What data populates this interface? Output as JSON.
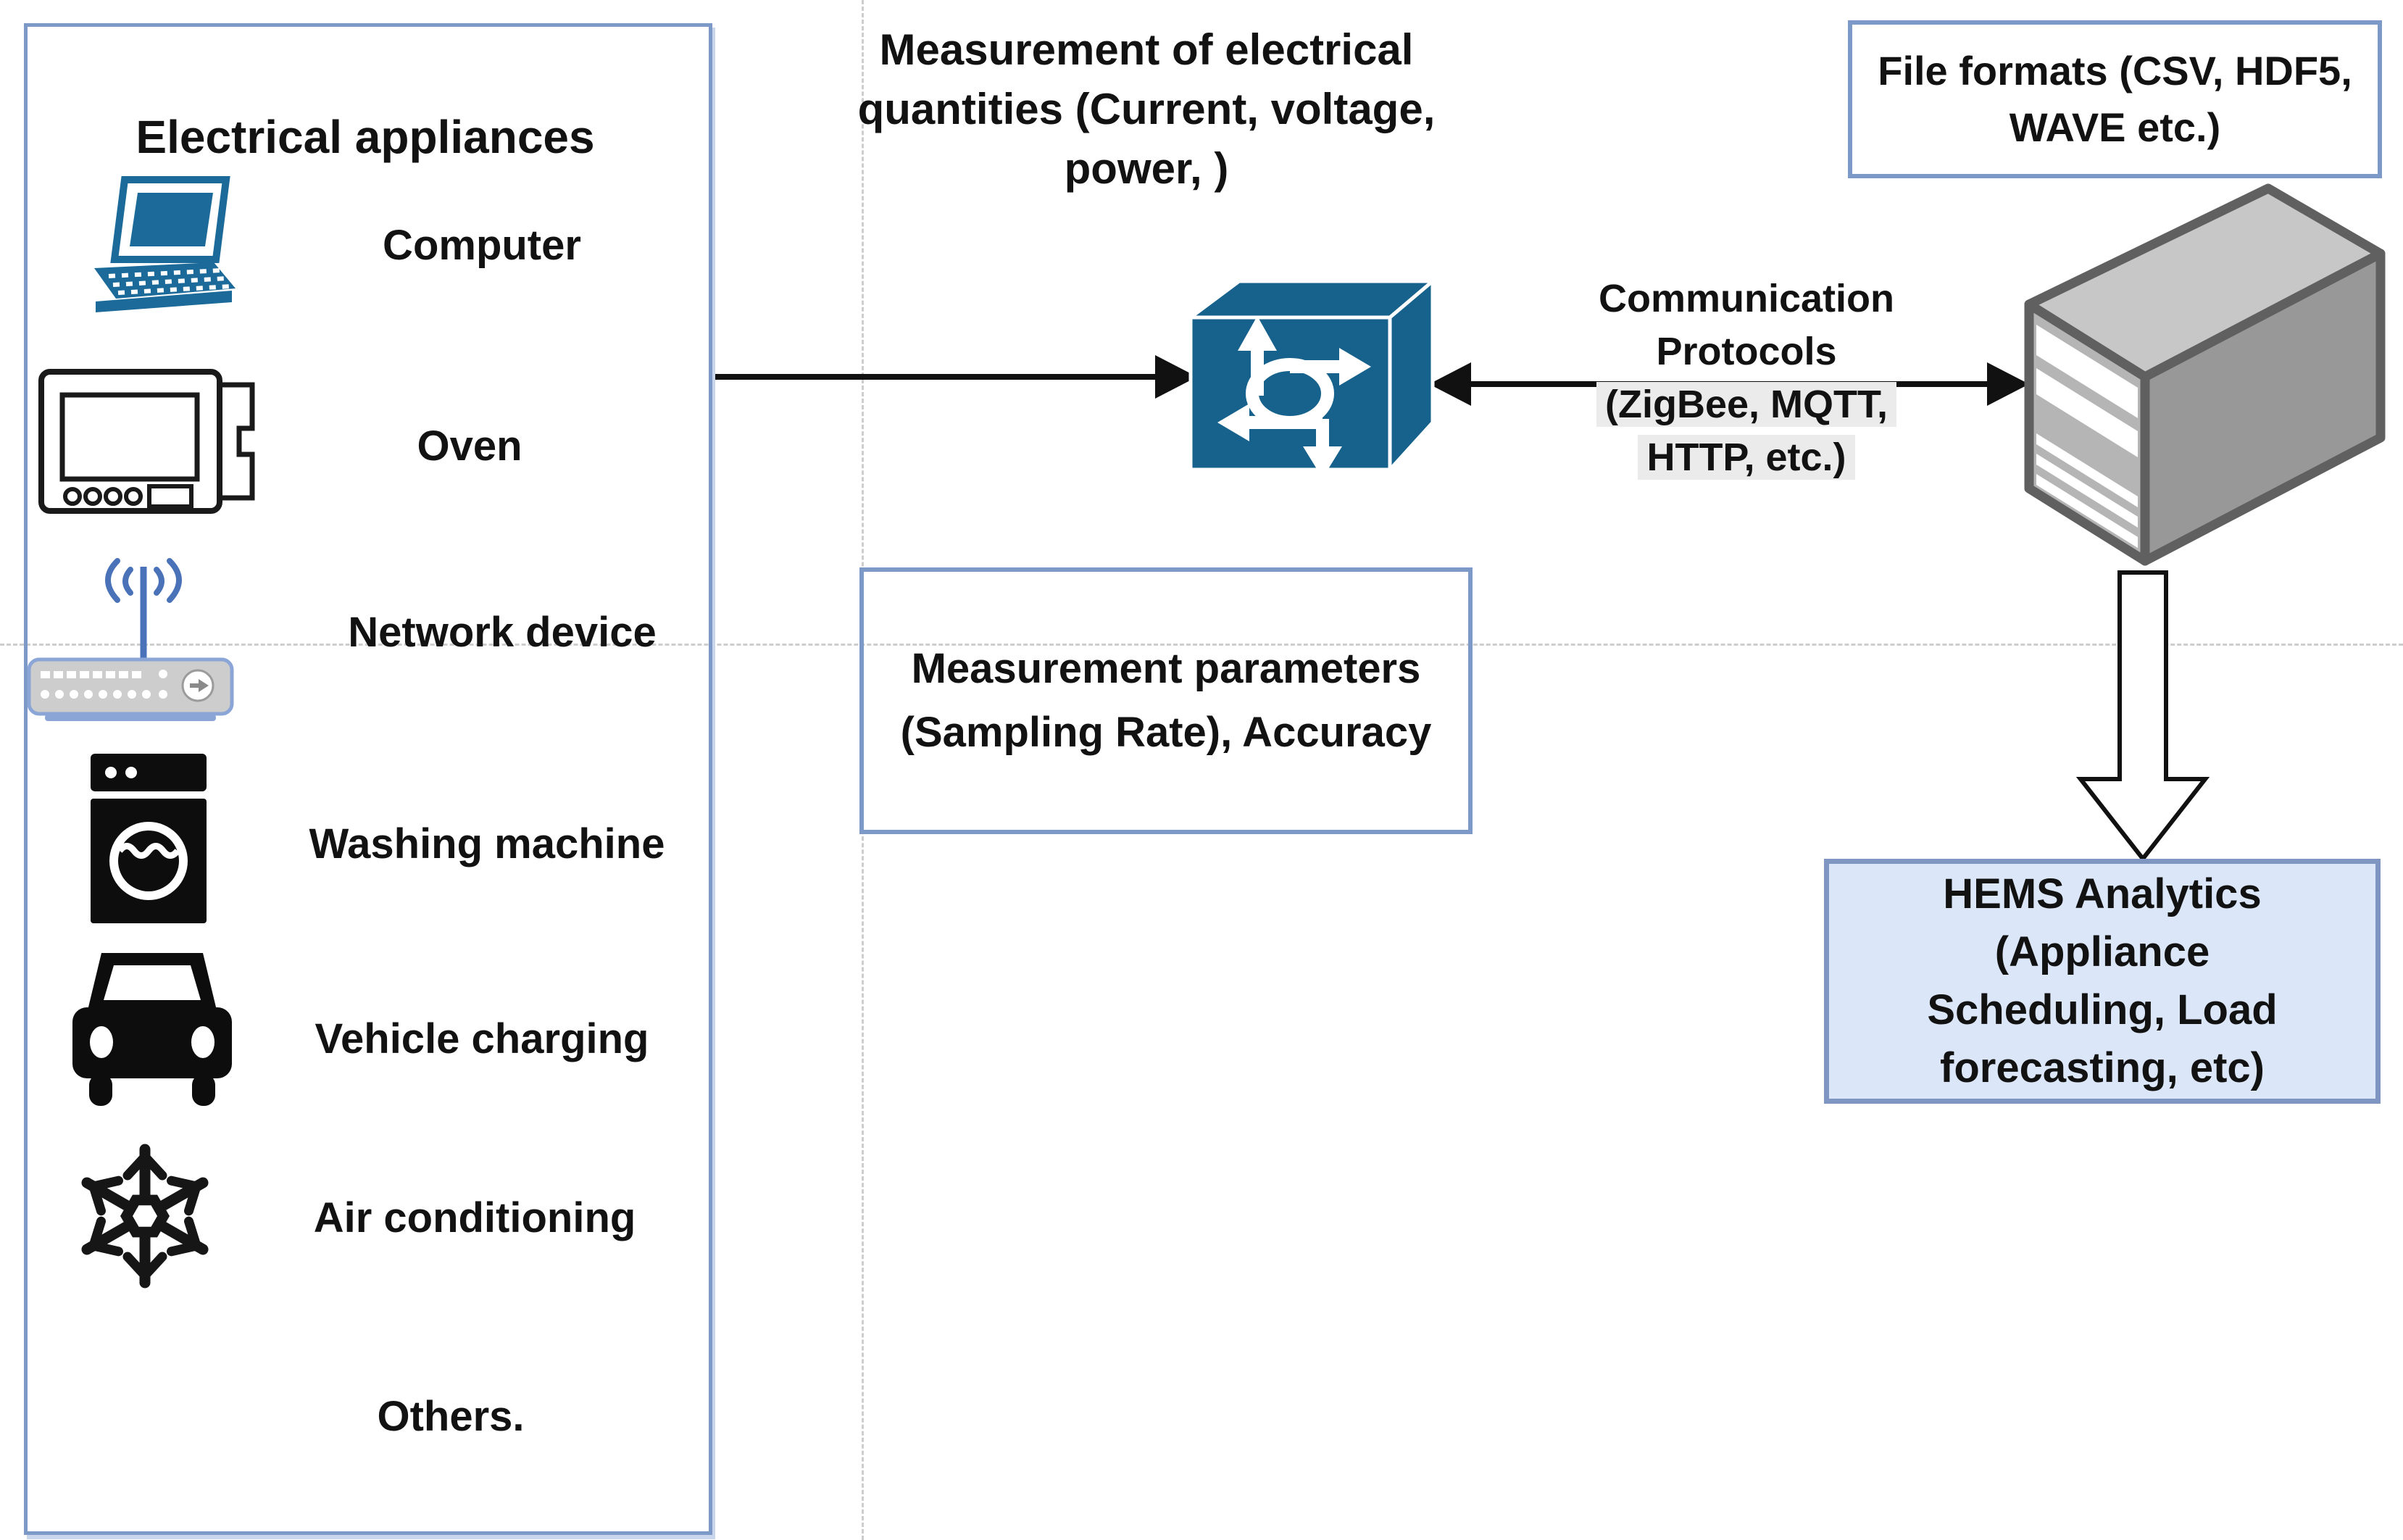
{
  "panel": {
    "title": "Electrical appliances",
    "items": [
      {
        "icon": "laptop-icon",
        "label": "Computer"
      },
      {
        "icon": "oven-icon",
        "label": "Oven"
      },
      {
        "icon": "wireless-router-icon",
        "label": "Network device"
      },
      {
        "icon": "washing-machine-icon",
        "label": "Washing machine"
      },
      {
        "icon": "car-icon",
        "label": "Vehicle charging"
      },
      {
        "icon": "snowflake-icon",
        "label": "Air conditioning"
      },
      {
        "icon": "none",
        "label": "Others."
      }
    ]
  },
  "annotations": {
    "measurement_quantities": {
      "lines": [
        "Measurement of electrical",
        "quantities (Current, voltage,",
        "power, )"
      ]
    },
    "communication_protocols": {
      "lines": [
        "Communication",
        "Protocols",
        "(ZigBee, MQTT,",
        "HTTP, etc.)"
      ],
      "highlighted_lines": [
        "(ZigBee, MQTT,",
        "HTTP, etc.)"
      ]
    }
  },
  "boxes": {
    "file_formats": {
      "lines": [
        "File formats (CSV, HDF5,",
        "WAVE etc.)"
      ]
    },
    "measurement_parameters": {
      "lines": [
        "Measurement parameters",
        "(Sampling Rate), Accuracy"
      ]
    },
    "hems_analytics": {
      "lines": [
        "HEMS Analytics",
        "(Appliance",
        "Scheduling, Load",
        "forecasting, etc)"
      ]
    }
  },
  "icons": {
    "middle_node": "network-switch-icon",
    "right_node": "server-icon",
    "flow_arrow": "block-arrow-down-icon"
  },
  "colors": {
    "node_blue": "#16628c",
    "panel_border_blue": "#7d99c7",
    "hems_fill": "#dbe7f8",
    "hems_border": "#8096c2",
    "highlight_gray": "#ebebeb",
    "server_light_gray": "#c7c7c7",
    "server_mid_gray": "#b5b5b5",
    "server_dark_gray": "#989898",
    "network_device_blue": "#4a72b8",
    "arrow_black": "#111111"
  }
}
